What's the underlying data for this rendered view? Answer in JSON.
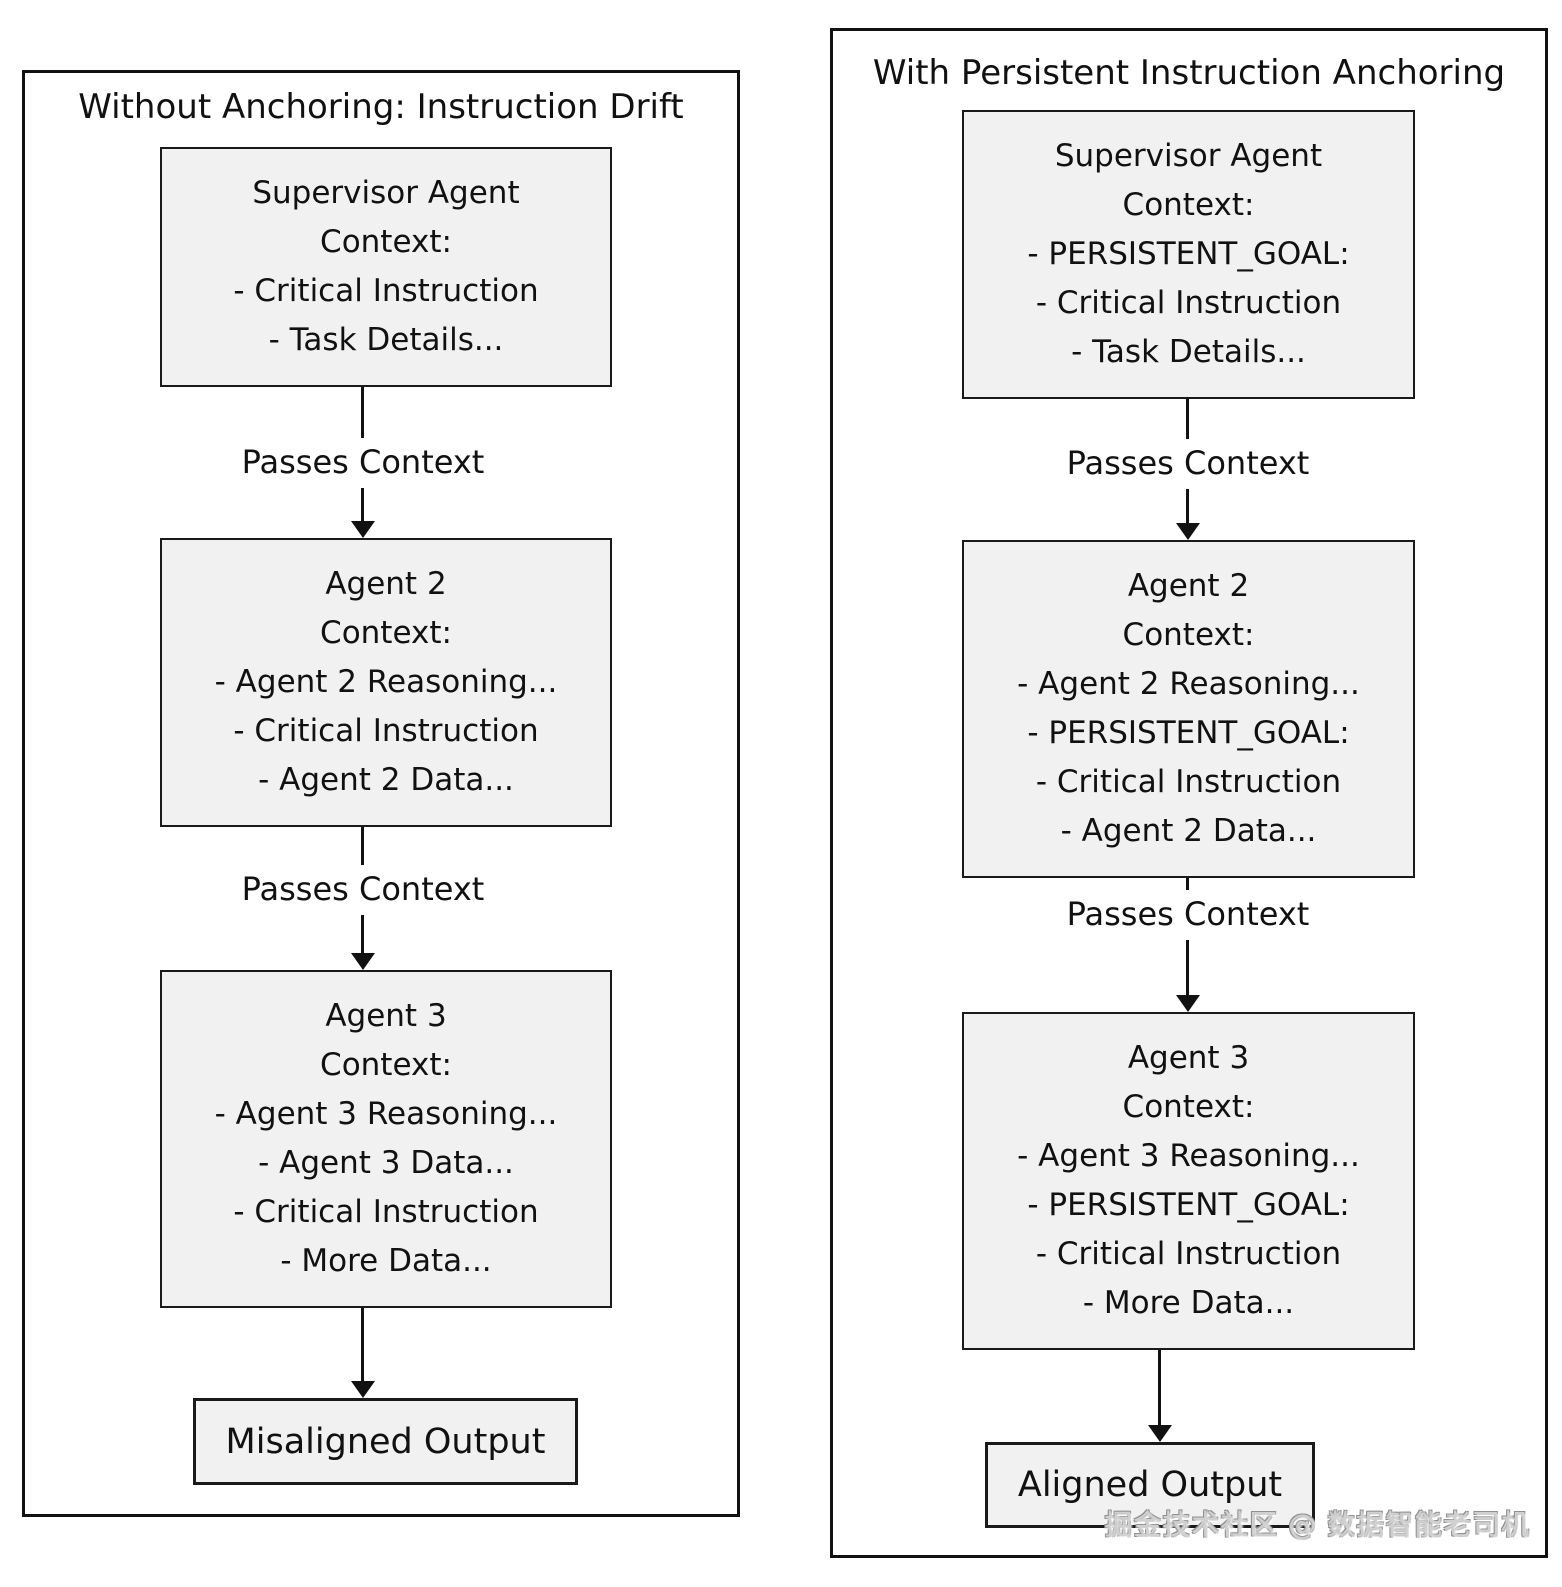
{
  "diagram": {
    "left": {
      "title": "Without Anchoring: Instruction Drift",
      "boxes": [
        {
          "lines": [
            "Supervisor Agent",
            "Context:",
            "- Critical Instruction",
            "- Task Details..."
          ]
        },
        {
          "lines": [
            "Agent 2",
            "Context:",
            "- Agent 2 Reasoning...",
            "- Critical Instruction",
            "- Agent 2 Data..."
          ]
        },
        {
          "lines": [
            "Agent 3",
            "Context:",
            "- Agent 3 Reasoning...",
            "- Agent 3 Data...",
            "- Critical Instruction",
            "- More Data..."
          ]
        }
      ],
      "arrow_labels": [
        "Passes Context",
        "Passes Context"
      ],
      "output": "Misaligned Output"
    },
    "right": {
      "title": "With Persistent Instruction Anchoring",
      "boxes": [
        {
          "lines": [
            "Supervisor Agent",
            "Context:",
            "- PERSISTENT_GOAL:",
            "- Critical Instruction",
            "- Task Details..."
          ]
        },
        {
          "lines": [
            "Agent 2",
            "Context:",
            "- Agent 2 Reasoning...",
            "- PERSISTENT_GOAL:",
            "- Critical Instruction",
            "- Agent 2 Data..."
          ]
        },
        {
          "lines": [
            "Agent 3",
            "Context:",
            "- Agent 3 Reasoning...",
            "- PERSISTENT_GOAL:",
            "- Critical Instruction",
            "- More Data..."
          ]
        }
      ],
      "arrow_labels": [
        "Passes Context",
        "Passes Context"
      ],
      "output": "Aligned Output"
    },
    "watermark": "掘金技术社区 @ 数据智能老司机",
    "colors": {
      "box_fill": "#f1f1f1",
      "border": "#111111",
      "watermark_gray": "#d0d0d0"
    }
  }
}
